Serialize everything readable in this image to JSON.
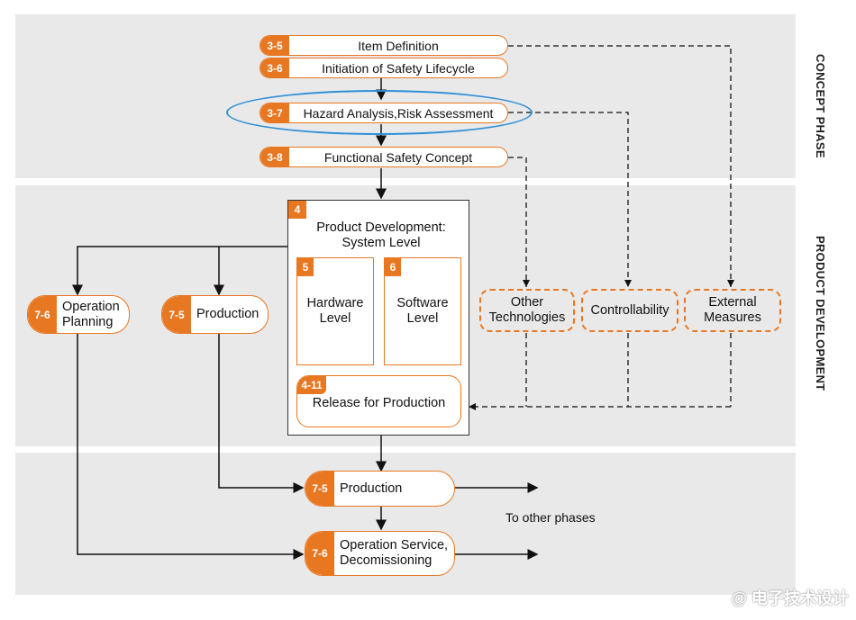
{
  "phases": {
    "concept": "CONCEPT PHASE",
    "product": "PRODUCT DEVELOPMENT"
  },
  "concept_items": [
    {
      "tag": "3-5",
      "label": "Item Definition"
    },
    {
      "tag": "3-6",
      "label": "Initiation of Safety Lifecycle"
    },
    {
      "tag": "3-7",
      "label": "Hazard Analysis,Risk Assessment"
    },
    {
      "tag": "3-8",
      "label": "Functional Safety Concept"
    }
  ],
  "system": {
    "tag": "4",
    "title_line1": "Product Development:",
    "title_line2": "System Level",
    "hardware": {
      "tag": "5",
      "line1": "Hardware",
      "line2": "Level"
    },
    "software": {
      "tag": "6",
      "line1": "Software",
      "line2": "Level"
    },
    "release": {
      "tag": "4-11",
      "label": "Release for Production"
    }
  },
  "left_items": [
    {
      "tag": "7-6",
      "line1": "Operation",
      "line2": "Planning"
    },
    {
      "tag": "7-5",
      "line1": "Production"
    }
  ],
  "external_boxes": [
    {
      "line1": "Other",
      "line2": "Technologies"
    },
    {
      "line1": "Controllability"
    },
    {
      "line1": "External",
      "line2": "Measures"
    }
  ],
  "post_items": [
    {
      "tag": "7-5",
      "line1": "Production"
    },
    {
      "tag": "7-6",
      "line1": "Operation Service,",
      "line2": "Decomissioning"
    }
  ],
  "to_other_phases": "To other phases",
  "watermark": "@ 电子技术设计",
  "colors": {
    "accent": "#e87722",
    "highlight": "#2d8fd6",
    "band": "#e9e9e9"
  }
}
